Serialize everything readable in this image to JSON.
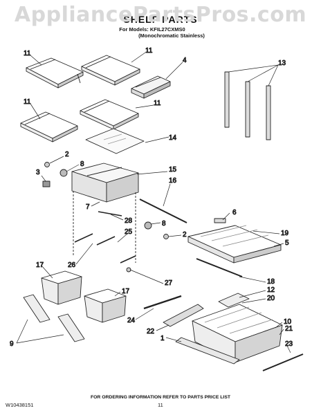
{
  "header": {
    "watermark": "AppliancePartsPros.com",
    "title": "SHELF PARTS",
    "models_line": "For Models: KFIL27CXMS0",
    "finish_line": "(Monochromatic Stainless)"
  },
  "callouts": [
    "11",
    "11",
    "4",
    "13",
    "11",
    "11",
    "14",
    "2",
    "8",
    "3",
    "15",
    "16",
    "7",
    "28",
    "6",
    "8",
    "2",
    "25",
    "19",
    "5",
    "26",
    "17",
    "27",
    "18",
    "12",
    "17",
    "20",
    "24",
    "10",
    "21",
    "22",
    "1",
    "9",
    "23"
  ],
  "footer": {
    "doc_number": "W10438151",
    "ordering_note": "FOR ORDERING INFORMATION REFER TO PARTS PRICE LIST",
    "page_number": "11"
  }
}
